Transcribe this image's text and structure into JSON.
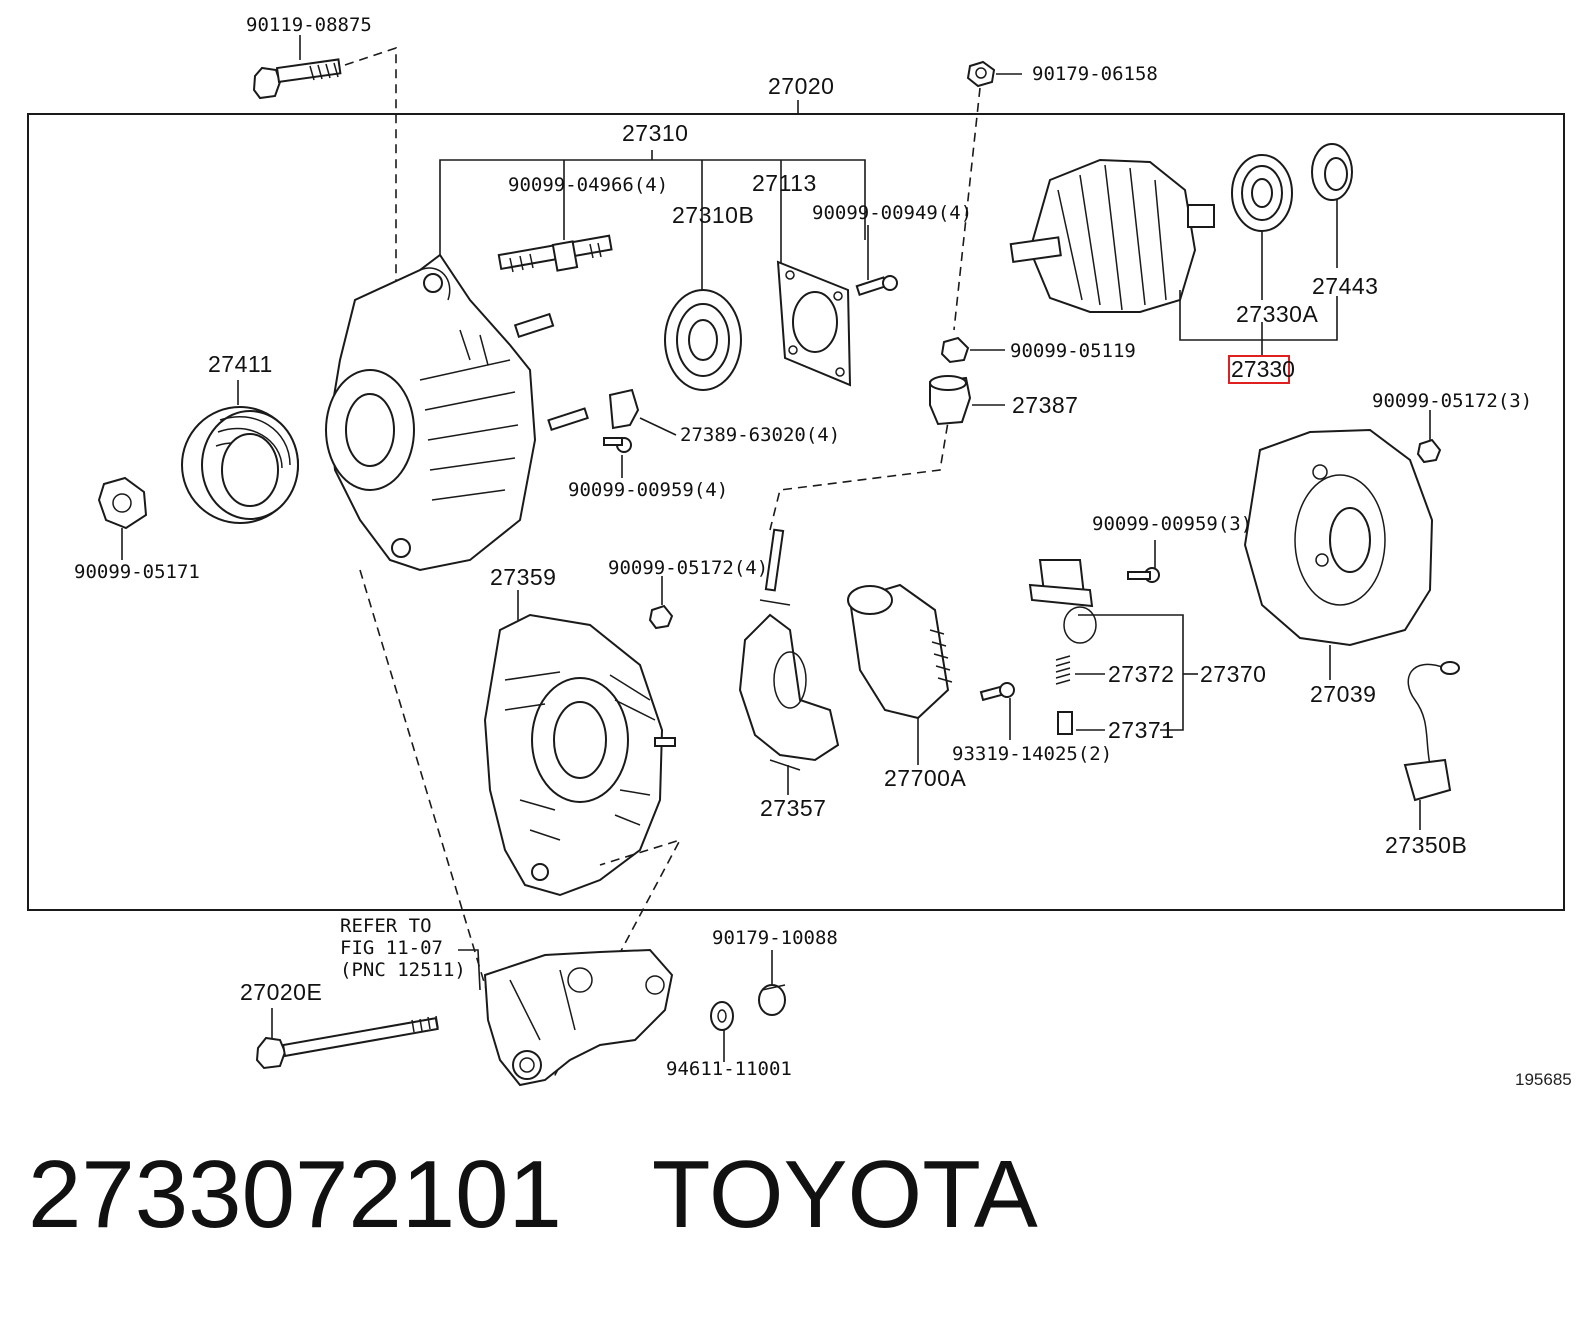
{
  "diagram": {
    "image_id": "195685",
    "assembly_label": "27020",
    "highlight_color": "#e02020",
    "labels": {
      "bolt_top": "90119-08875",
      "assembly": "27020",
      "nut_top": "90179-06158",
      "frame_sub": "27310",
      "stud": "90099-04966(4)",
      "insulator": "27113",
      "bearing_front": "27310B",
      "screw_00949": "90099-00949(4)",
      "nut_05119": "90099-05119",
      "terminal_insulator": "27387",
      "clip": "27389-63020(4)",
      "screw_00959_a": "90099-00959(4)",
      "pulley": "27411",
      "pulley_nut": "90099-05171",
      "bearing_rear": "27330A",
      "cover_rear": "27443",
      "rotor": "27330",
      "nut_05172_a": "90099-05172(3)",
      "rear_end_frame": "27359",
      "nut_05172_b": "90099-05172(4)",
      "screw_00959_b": "90099-00959(3)",
      "brush_holder_set": "27370",
      "spring": "27372",
      "brush": "27371",
      "end_cover": "27039",
      "rectifier": "27357",
      "regulator": "27700A",
      "screw_14025": "93319-14025(2)",
      "wire": "27350B",
      "bolt_long": "27020E",
      "refer_line1": "REFER TO",
      "refer_line2": "FIG 11-07",
      "refer_line3": "(PNC 12511)",
      "nut_10088": "90179-10088",
      "washer_11001": "94611-11001"
    }
  },
  "footer": {
    "part_number": "2733072101",
    "brand": "TOYOTA"
  }
}
